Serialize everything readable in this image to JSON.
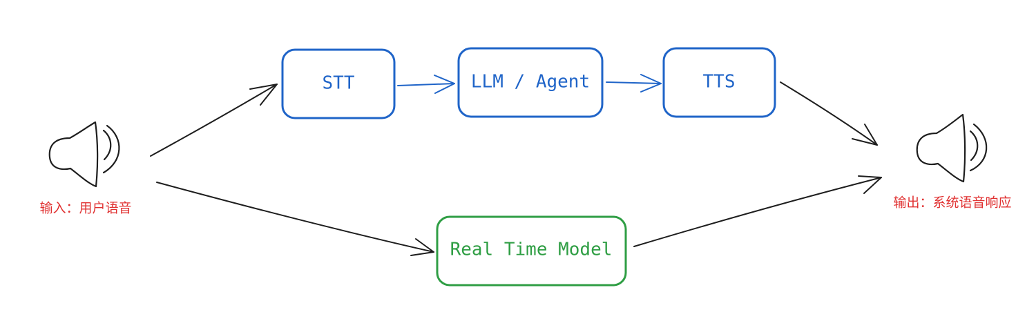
{
  "nodes": {
    "stt": {
      "label": "STT"
    },
    "llm": {
      "label": "LLM / Agent"
    },
    "tts": {
      "label": "TTS"
    },
    "realtime": {
      "label": "Real Time Model"
    }
  },
  "io": {
    "input_label": "输入：用户语音",
    "output_label": "输出：系统语音响应"
  },
  "icons": {
    "input": "speaker-icon",
    "output": "speaker-icon"
  },
  "colors": {
    "pipeline": "#1f64c8",
    "realtime": "#2f9e44",
    "io_text": "#e03131",
    "ink": "#1e1e1e"
  }
}
